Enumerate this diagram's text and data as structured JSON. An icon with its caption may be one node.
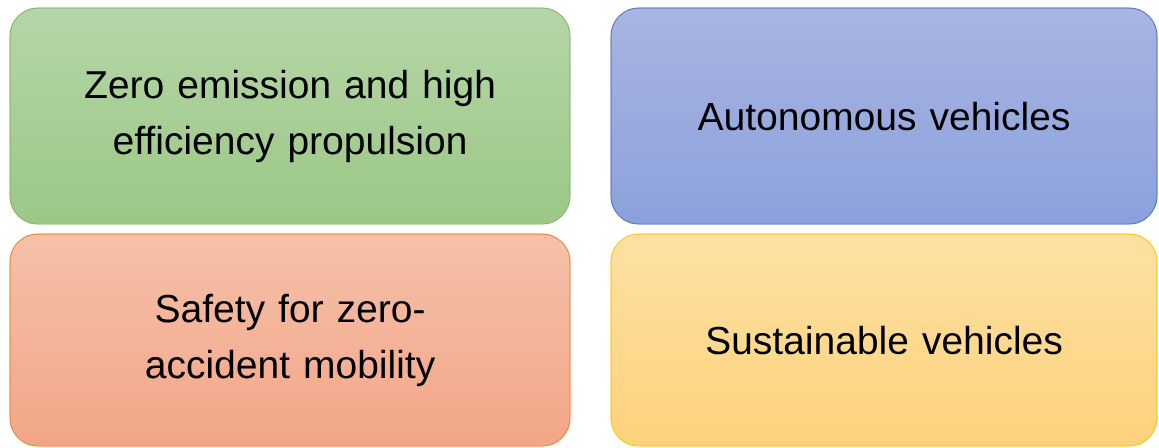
{
  "diagram": {
    "nodes": [
      {
        "text": [
          "Zero emission and high efficiency propulsion"
        ]
      },
      {
        "text": [
          "Autonomous vehicles"
        ]
      },
      {
        "text": [
          "Safety for zero-accident mobility"
        ]
      },
      {
        "text": [
          "Sustainable vehicles"
        ]
      }
    ]
  }
}
